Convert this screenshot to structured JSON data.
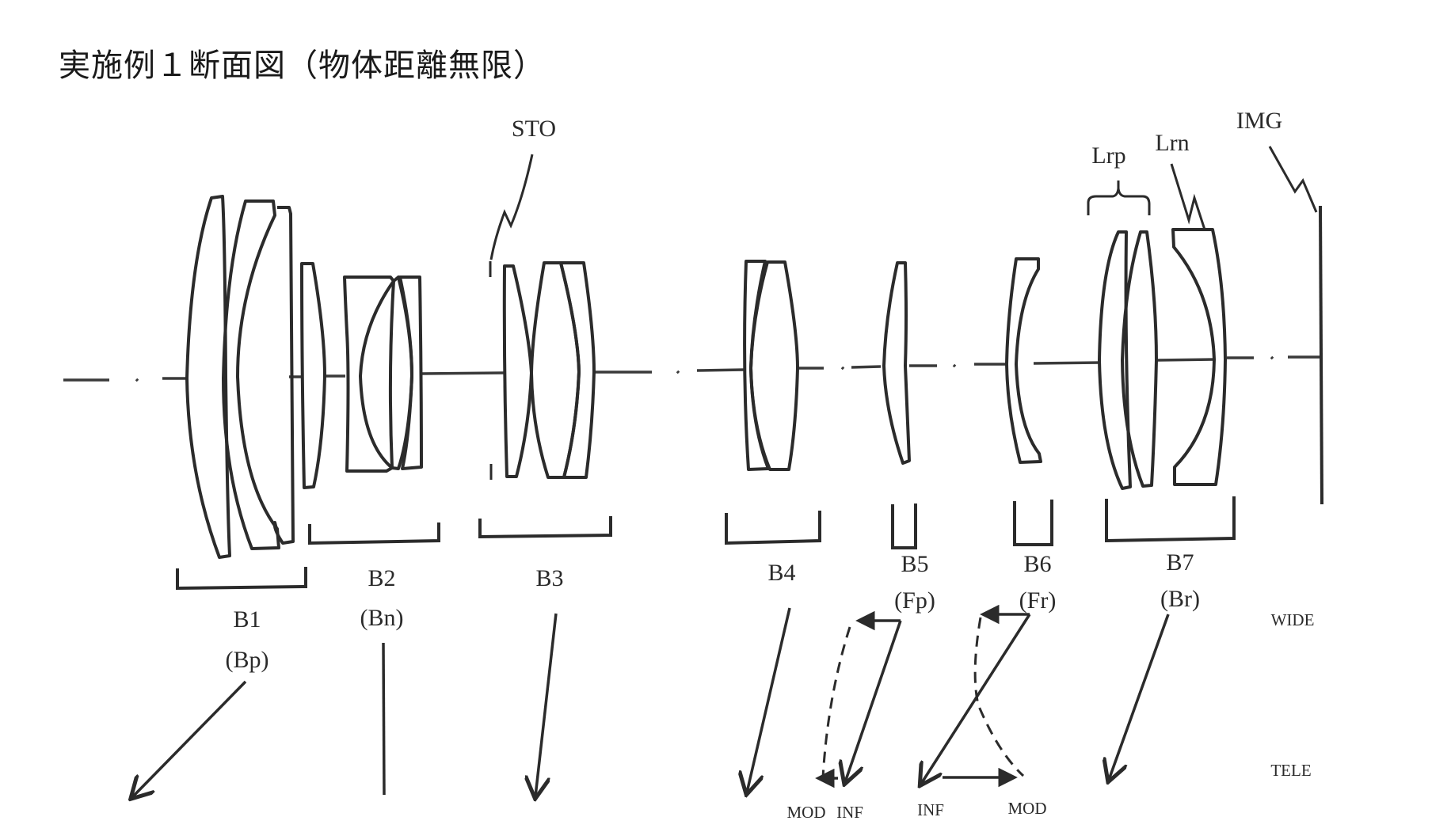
{
  "title": "実施例１断面図（物体距離無限）",
  "labels": {
    "stop": "STO",
    "image_plane": "IMG",
    "lrp": "Lrp",
    "lrn": "Lrn",
    "wide": "WIDE",
    "tele": "TELE"
  },
  "groups": [
    {
      "id": "B1",
      "role": "(Bp)"
    },
    {
      "id": "B2",
      "role": "(Bn)"
    },
    {
      "id": "B3",
      "role": ""
    },
    {
      "id": "B4",
      "role": ""
    },
    {
      "id": "B5",
      "role": "(Fp)"
    },
    {
      "id": "B6",
      "role": "(Fr)"
    },
    {
      "id": "B7",
      "role": "(Br)"
    }
  ],
  "focus_labels": {
    "b5_mod": "MOD",
    "b5_inf": "INF",
    "b6_inf": "INF",
    "b6_mod": "MOD"
  }
}
